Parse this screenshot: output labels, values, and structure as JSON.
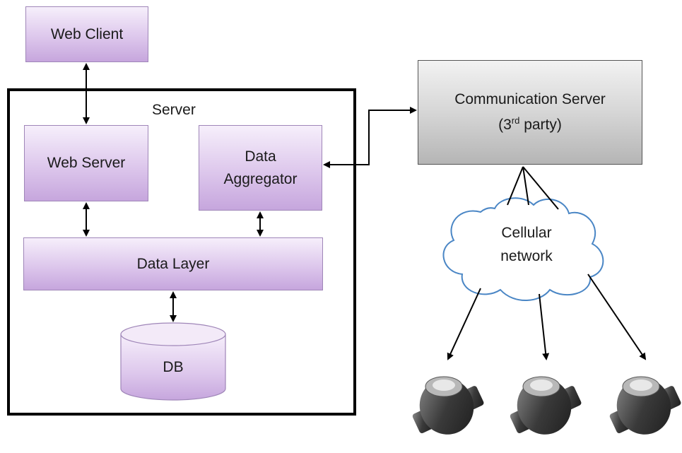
{
  "diagram": {
    "server_label": "Server",
    "web_client": "Web Client",
    "web_server": "Web Server",
    "data_aggregator": "Data\nAggregator",
    "data_layer": "Data Layer",
    "db": "DB",
    "comm_server": {
      "line1": "Communication Server",
      "line2_prefix": "(3",
      "line2_sup": "rd",
      "line2_suffix": " party)"
    },
    "cloud": "Cellular\nnetwork",
    "meter_count": 3
  },
  "colors": {
    "box_fill": "#ddc7ec",
    "box_border": "#9f86b8",
    "comm_fill": "#d6d6d6",
    "cloud_stroke": "#4a86c5",
    "arrow": "#000000"
  }
}
